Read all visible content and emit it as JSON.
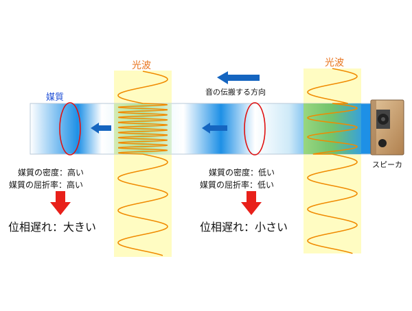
{
  "diagram": {
    "light_wave_label_left": "光波",
    "light_wave_label_right": "光波",
    "medium_label": "媒質",
    "direction_label": "音の伝搬する方向",
    "speaker_label": "スピーカ",
    "left_density": "媒質の密度：高い",
    "left_refraction": "媒質の屈折率：高い",
    "left_result": "位相遅れ：大きい",
    "right_density": "媒質の密度：低い",
    "right_refraction": "媒質の屈折率：低い",
    "right_result": "位相遅れ：小さい"
  },
  "colors": {
    "light_wave_band": "#fffcc2",
    "wave_stroke": "#f08a00",
    "medium_blue": "#1e90e6",
    "green_overlap": "#8fd36a",
    "ellipse_stroke": "#e01010",
    "arrow_blue": "#1565c0",
    "arrow_red": "#e8201a",
    "label_orange": "#e8741e",
    "label_blue": "#1f4fd6",
    "speaker_wood": "#c8a070"
  },
  "icons": [
    "speaker-icon",
    "left-arrow-icon",
    "down-arrow-icon"
  ]
}
